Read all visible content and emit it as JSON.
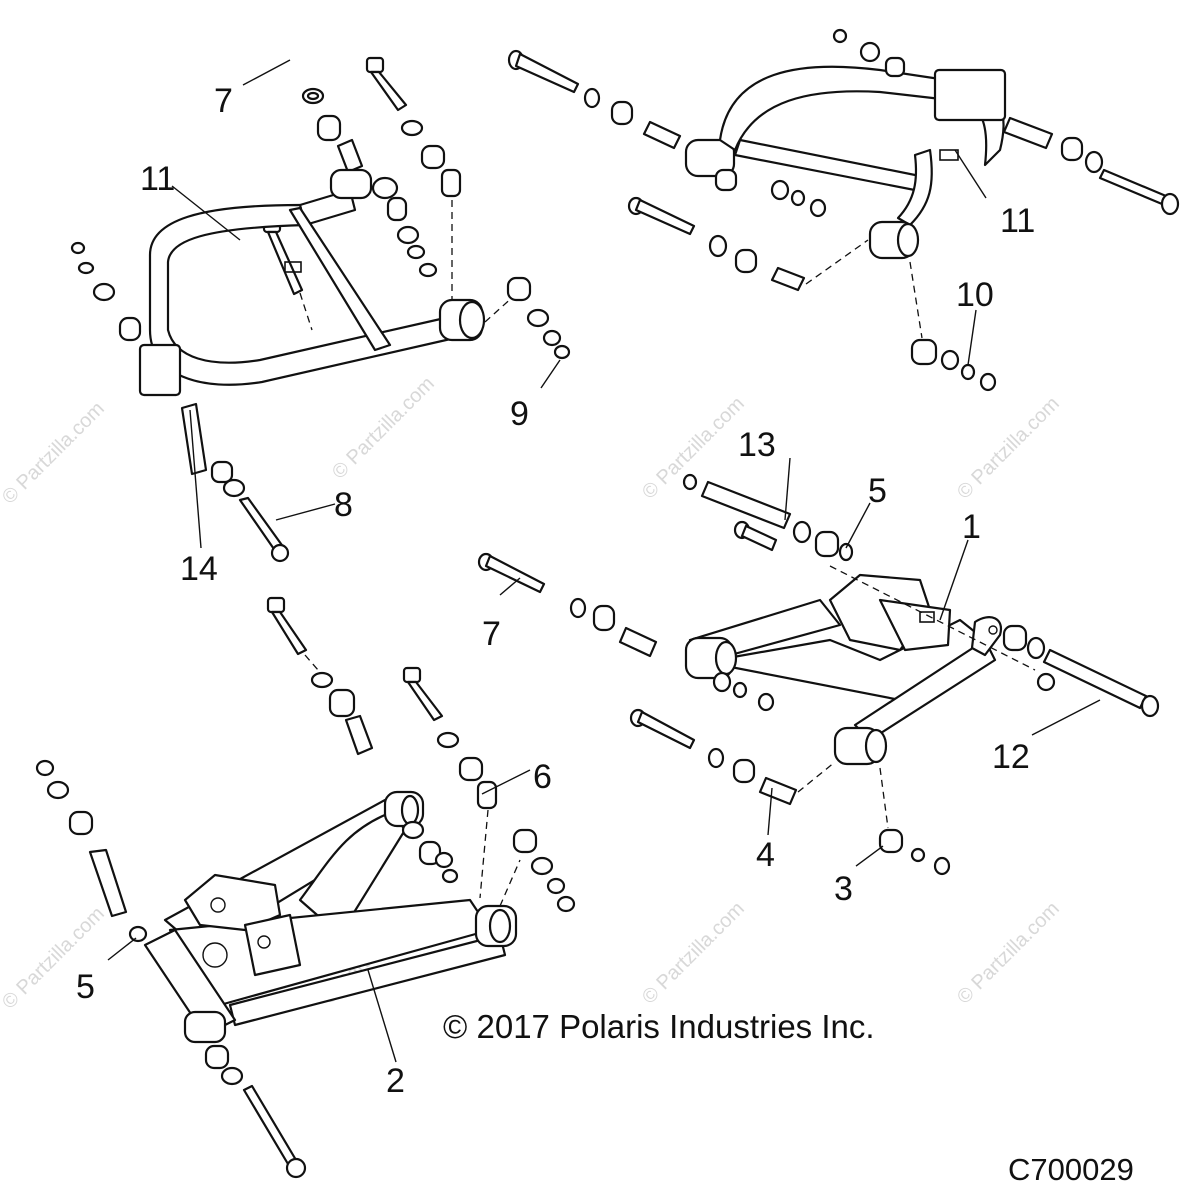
{
  "callouts": {
    "c1": "1",
    "c2": "2",
    "c3": "3",
    "c4": "4",
    "c5": "5",
    "c6": "6",
    "c7": "7",
    "c8": "8",
    "c9": "9",
    "c10": "10",
    "c11": "11",
    "c12": "12",
    "c13": "13",
    "c14": "14"
  },
  "copyright": "© 2017 Polaris Industries Inc.",
  "diagram_code": "C700029",
  "watermark": "© Partzilla.com"
}
